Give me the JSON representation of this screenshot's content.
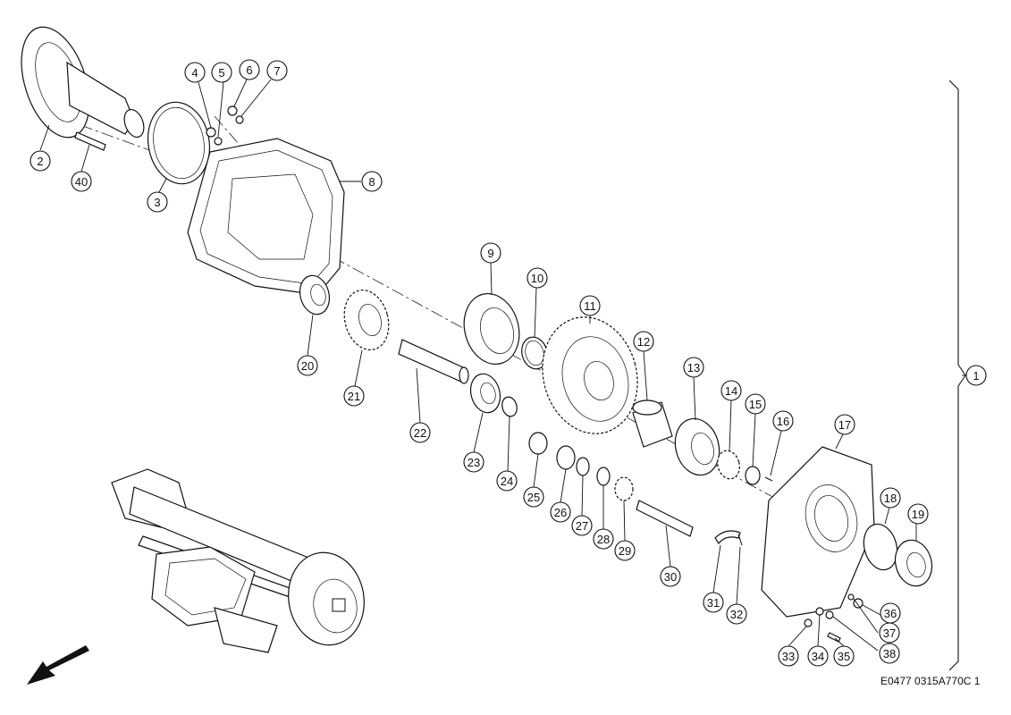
{
  "reference_code": "E0477 0315A770C 1",
  "callouts": [
    {
      "id": "1",
      "label": "1"
    },
    {
      "id": "2",
      "label": "2"
    },
    {
      "id": "3",
      "label": "3"
    },
    {
      "id": "4",
      "label": "4"
    },
    {
      "id": "5",
      "label": "5"
    },
    {
      "id": "6",
      "label": "6"
    },
    {
      "id": "7",
      "label": "7"
    },
    {
      "id": "8",
      "label": "8"
    },
    {
      "id": "9",
      "label": "9"
    },
    {
      "id": "10",
      "label": "10"
    },
    {
      "id": "11",
      "label": "11"
    },
    {
      "id": "12",
      "label": "12"
    },
    {
      "id": "13",
      "label": "13"
    },
    {
      "id": "14",
      "label": "14"
    },
    {
      "id": "15",
      "label": "15"
    },
    {
      "id": "16",
      "label": "16"
    },
    {
      "id": "17",
      "label": "17"
    },
    {
      "id": "18",
      "label": "18"
    },
    {
      "id": "19",
      "label": "19"
    },
    {
      "id": "20",
      "label": "20"
    },
    {
      "id": "21",
      "label": "21"
    },
    {
      "id": "22",
      "label": "22"
    },
    {
      "id": "23",
      "label": "23"
    },
    {
      "id": "24",
      "label": "24"
    },
    {
      "id": "25",
      "label": "25"
    },
    {
      "id": "26",
      "label": "26"
    },
    {
      "id": "27",
      "label": "27"
    },
    {
      "id": "28",
      "label": "28"
    },
    {
      "id": "29",
      "label": "29"
    },
    {
      "id": "30",
      "label": "30"
    },
    {
      "id": "31",
      "label": "31"
    },
    {
      "id": "32",
      "label": "32"
    },
    {
      "id": "33",
      "label": "33"
    },
    {
      "id": "34",
      "label": "34"
    },
    {
      "id": "35",
      "label": "35"
    },
    {
      "id": "36",
      "label": "36"
    },
    {
      "id": "37",
      "label": "37"
    },
    {
      "id": "38",
      "label": "38"
    },
    {
      "id": "40",
      "label": "40"
    }
  ]
}
